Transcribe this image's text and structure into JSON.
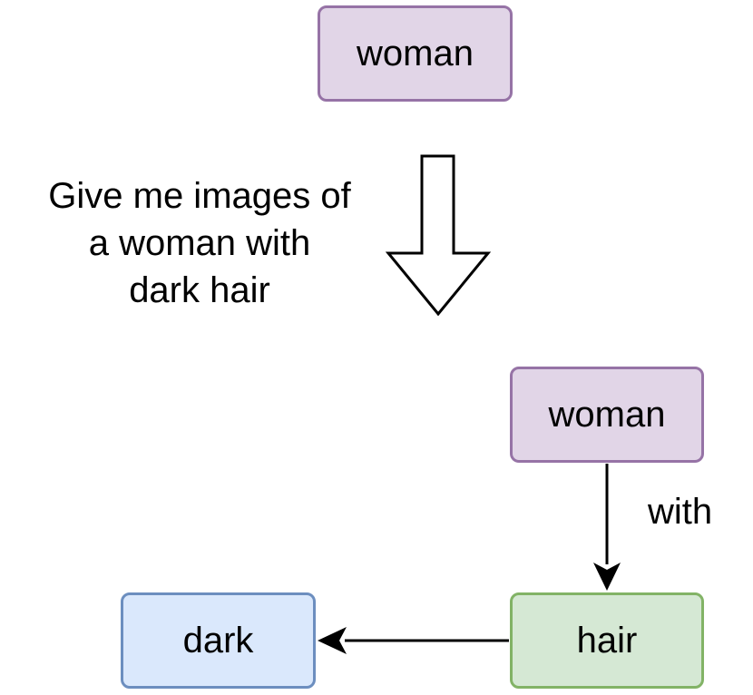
{
  "nodes": {
    "woman_top": "woman",
    "woman_graph": "woman",
    "hair": "hair",
    "dark": "dark"
  },
  "query_lines": [
    "Give me images of",
    "a woman with",
    "dark hair"
  ],
  "edges": [
    {
      "from": "woman",
      "to": "hair",
      "label": "with"
    },
    {
      "from": "hair",
      "to": "dark",
      "label": ""
    }
  ],
  "colors": {
    "purple_fill": "#e1d5e7",
    "purple_stroke": "#9673a6",
    "green_fill": "#d5e8d4",
    "green_stroke": "#82b366",
    "blue_fill": "#dae8fc",
    "blue_stroke": "#6c8ebf"
  }
}
